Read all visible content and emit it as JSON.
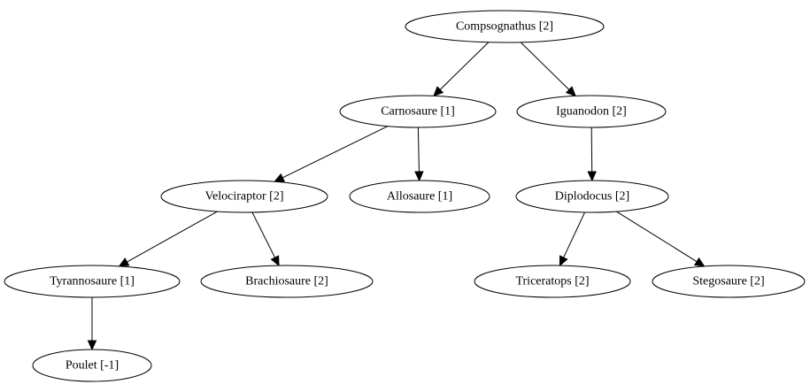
{
  "nodes": {
    "compsognathus": "Compsognathus [2]",
    "carnosaure": "Carnosaure [1]",
    "iguanodon": "Iguanodon [2]",
    "velociraptor": "Velociraptor [2]",
    "allosaure": "Allosaure [1]",
    "diplodocus": "Diplodocus [2]",
    "tyrannosaure": "Tyrannosaure [1]",
    "brachiosaure": "Brachiosaure [2]",
    "triceratops": "Triceratops [2]",
    "stegosaure": "Stegosaure [2]",
    "poulet": "Poulet [-1]"
  },
  "edges": [
    {
      "from": "compsognathus",
      "to": "carnosaure"
    },
    {
      "from": "compsognathus",
      "to": "iguanodon"
    },
    {
      "from": "carnosaure",
      "to": "velociraptor"
    },
    {
      "from": "carnosaure",
      "to": "allosaure"
    },
    {
      "from": "iguanodon",
      "to": "diplodocus"
    },
    {
      "from": "velociraptor",
      "to": "tyrannosaure"
    },
    {
      "from": "velociraptor",
      "to": "brachiosaure"
    },
    {
      "from": "diplodocus",
      "to": "triceratops"
    },
    {
      "from": "diplodocus",
      "to": "stegosaure"
    },
    {
      "from": "tyrannosaure",
      "to": "poulet"
    }
  ]
}
